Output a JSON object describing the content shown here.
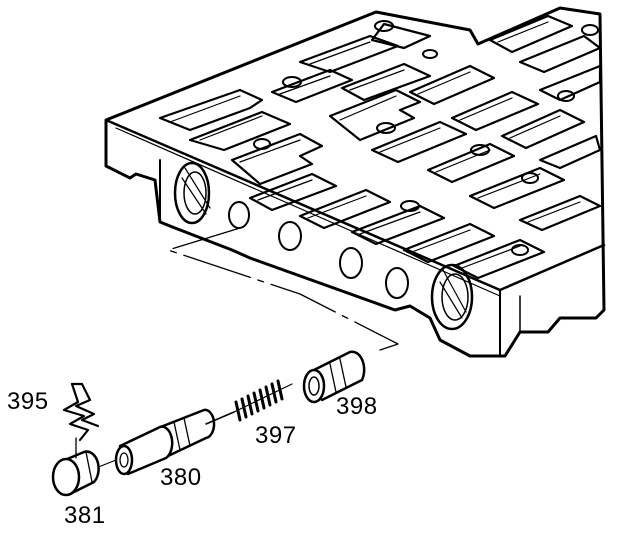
{
  "diagram": {
    "callouts": {
      "c395": "395",
      "c381": "381",
      "c380": "380",
      "c397": "397",
      "c398": "398"
    }
  },
  "colors": {
    "line": "#000000",
    "fill": "#ffffff"
  }
}
